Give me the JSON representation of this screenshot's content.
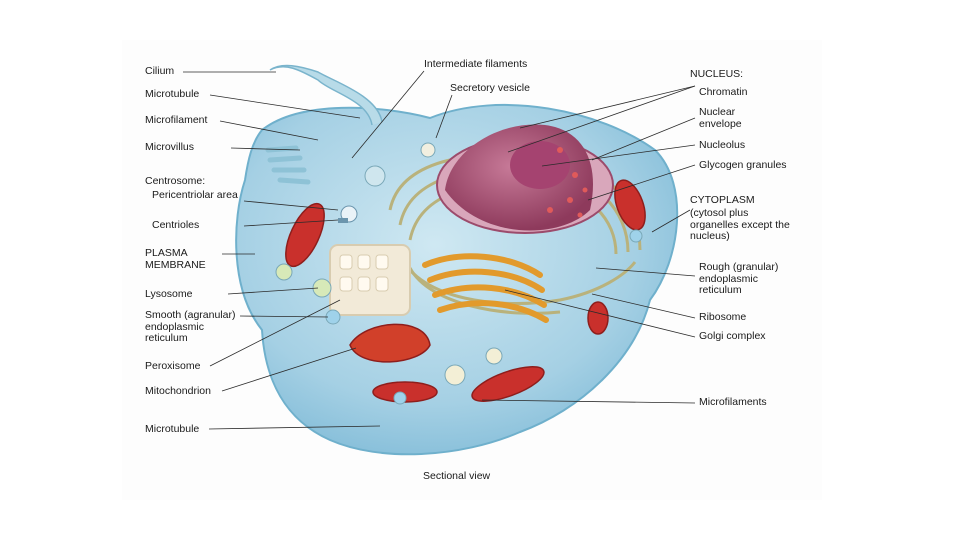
{
  "figure": {
    "caption": "Sectional view",
    "labels": {
      "cilium": "Cilium",
      "microtubule_top": "Microtubule",
      "microfilament_left": "Microfilament",
      "microvillus": "Microvillus",
      "centrosome": "Centrosome:",
      "pericentriolar_area": "Pericentriolar area",
      "centrioles": "Centrioles",
      "plasma_membrane": "PLASMA MEMBRANE",
      "lysosome": "Lysosome",
      "smooth_er": "Smooth (agranular) endoplasmic reticulum",
      "peroxisome": "Peroxisome",
      "mitochondrion": "Mitochondrion",
      "microtubule_bottom": "Microtubule",
      "intermediate_filaments": "Intermediate filaments",
      "secretory_vesicle": "Secretory vesicle",
      "nucleus": "NUCLEUS:",
      "chromatin": "Chromatin",
      "nuclear_envelope": "Nuclear envelope",
      "nucleolus": "Nucleolus",
      "glycogen_granules": "Glycogen granules",
      "cytoplasm": "CYTOPLASM",
      "cytoplasm_note": "(cytosol plus organelles except the nucleus)",
      "rough_er": "Rough (granular) endoplasmic reticulum",
      "ribosome": "Ribosome",
      "golgi_complex": "Golgi complex",
      "microfilaments_right": "Microfilaments"
    },
    "colors": {
      "cytoplasm": "#a9d3e6",
      "membrane": "#8cc4dc",
      "nucleus": "#b0587a",
      "mitochondria": "#c9302c",
      "golgi": "#e8a030",
      "rough_er": "#c8c28a",
      "smooth_er": "#efe6d2"
    }
  }
}
